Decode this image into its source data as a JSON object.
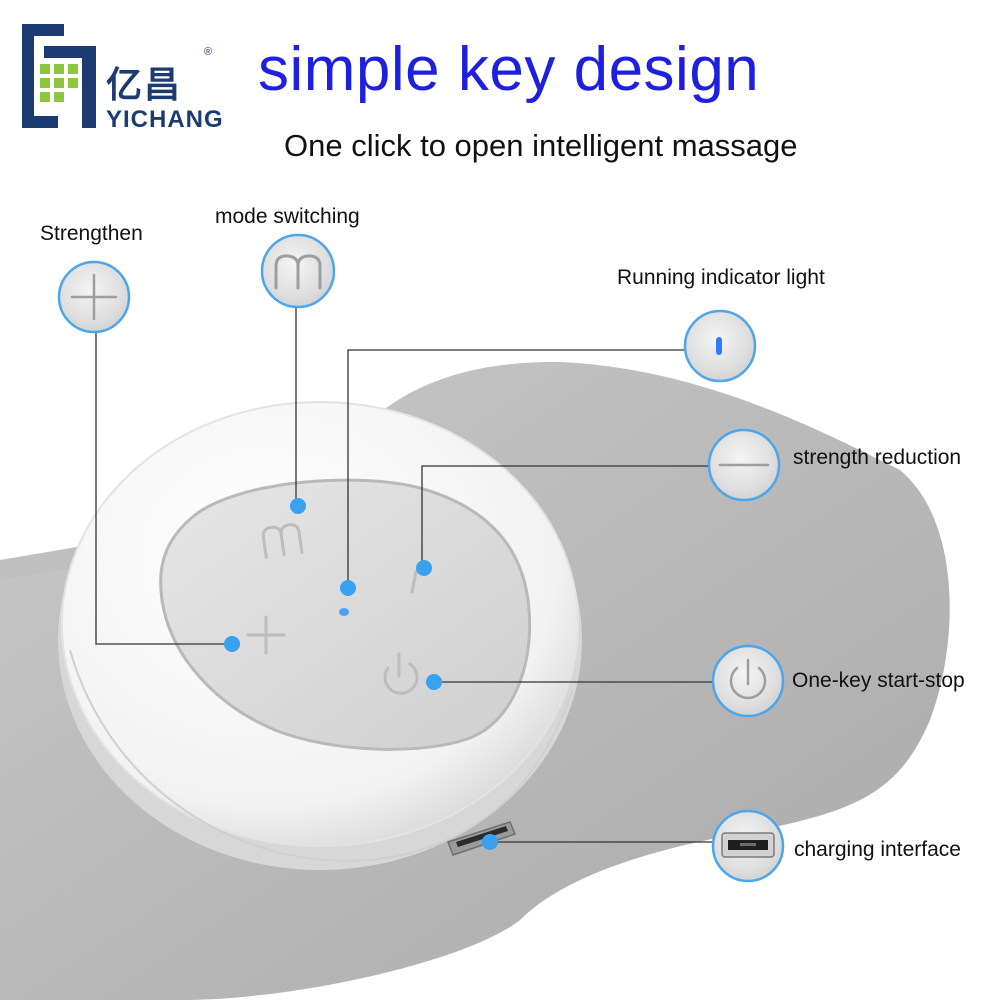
{
  "brand": {
    "name_cn": "亿昌",
    "name_en": "YICHANG",
    "registered_mark": "®",
    "colors": {
      "green": "#8cc63f",
      "navy": "#1d3b73"
    }
  },
  "header": {
    "headline": "simple key design",
    "subheadline": "One click to open intelligent massage",
    "headline_color": "#1f1fe0"
  },
  "callouts": {
    "strengthen": {
      "label": "Strengthen",
      "icon": "plus-icon"
    },
    "mode_switching": {
      "label": "mode switching",
      "icon": "letter-m-icon"
    },
    "indicator": {
      "label": "Running indicator light",
      "icon": "indicator-light-icon"
    },
    "reduction": {
      "label": "strength reduction",
      "icon": "minus-icon"
    },
    "start_stop": {
      "label": "One-key start-stop",
      "icon": "power-icon"
    },
    "charging": {
      "label": "charging interface",
      "icon": "usb-port-icon"
    }
  },
  "colors": {
    "callout_dot": "#3aa0f0",
    "callout_ring": "#4ba6ec",
    "leader_line": "#333333"
  }
}
